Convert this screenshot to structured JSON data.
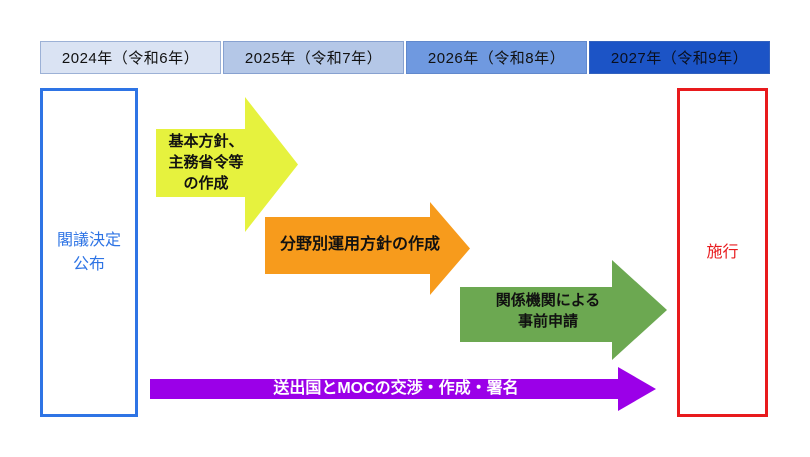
{
  "timeline_header": {
    "years": [
      {
        "label": "2024年（令和6年）",
        "bg": "#dae3f3",
        "text_color": "#111111"
      },
      {
        "label": "2025年（令和7年）",
        "bg": "#b4c7e7",
        "text_color": "#111111"
      },
      {
        "label": "2026年（令和8年）",
        "bg": "#6f99e0",
        "text_color": "#111111"
      },
      {
        "label": "2027年（令和9年）",
        "bg": "#1c54c6",
        "text_color": "#0a0f1e"
      }
    ]
  },
  "start_box": {
    "lines": [
      "閣議決定",
      "公布"
    ],
    "border_color": "#2e74e5",
    "text_color": "#2e74e5"
  },
  "end_box": {
    "label": "施行",
    "border_color": "#e81a1d",
    "text_color": "#e81a1d"
  },
  "arrows": [
    {
      "name": "basic-policy",
      "label_lines": [
        "基本方針、",
        "主務省令等",
        "の作成"
      ],
      "color": "#e6f23e",
      "text_color": "#111111"
    },
    {
      "name": "sector-policy",
      "label_lines": [
        "分野別運用方針の作成"
      ],
      "color": "#f79b1c",
      "text_color": "#111111"
    },
    {
      "name": "prior-application",
      "label_lines": [
        "関係機関による",
        "事前申請"
      ],
      "color": "#6ca851",
      "text_color": "#111111"
    },
    {
      "name": "moc",
      "label_lines": [
        "送出国とMOCの交渉・作成・署名"
      ],
      "color": "#9b00e8",
      "text_color": "#ffffff"
    }
  ]
}
